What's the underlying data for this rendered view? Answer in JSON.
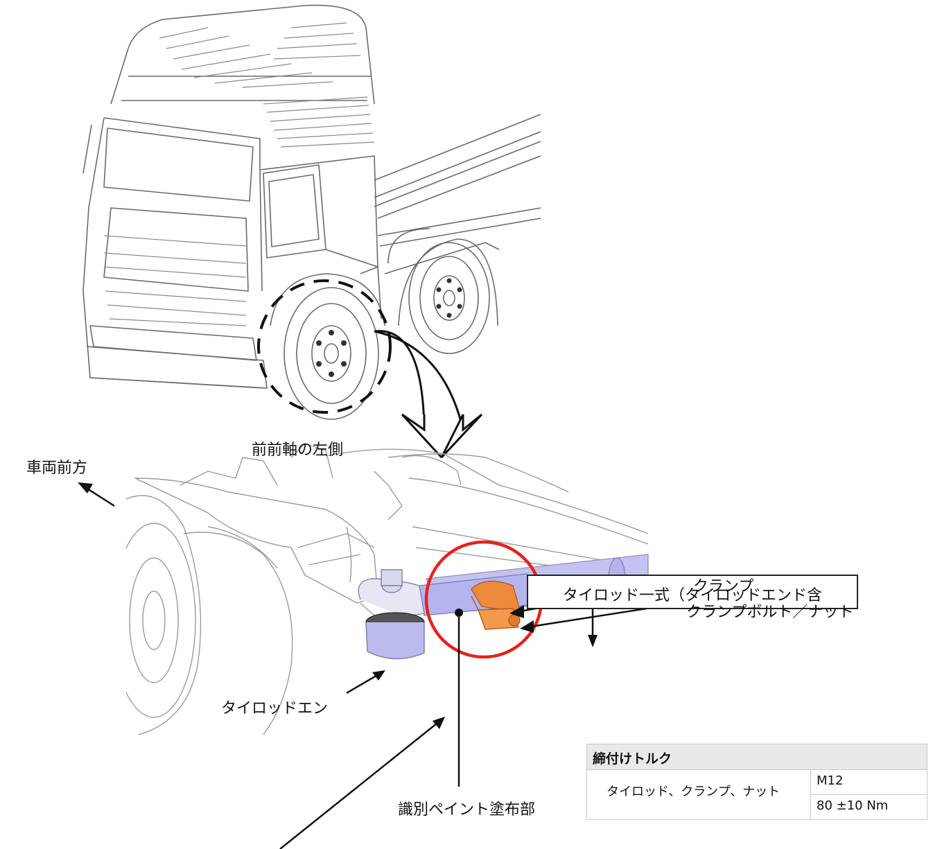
{
  "labels": {
    "view_caption": "前前軸の左側",
    "vehicle_front": "車両前方",
    "tie_rod_assembly": "タイロッド一式（タイロッドエンド含",
    "clamp": "クランプ",
    "clamp_bolt_nut": "クランプボルト／ナット",
    "tie_rod_end": "タイロッドエン",
    "paint_area": "識別ペイント塗布部"
  },
  "torque_table": {
    "header": "締付けトルク",
    "item": "タイロッド、クランプ、ナット",
    "size": "M12",
    "value": "80 ±10 Nm"
  },
  "colors": {
    "highlight_circle": "#e8211b",
    "tie_rod": "#b4b4ee",
    "clamp": "#ef8a3c",
    "line_art": "#555555"
  }
}
